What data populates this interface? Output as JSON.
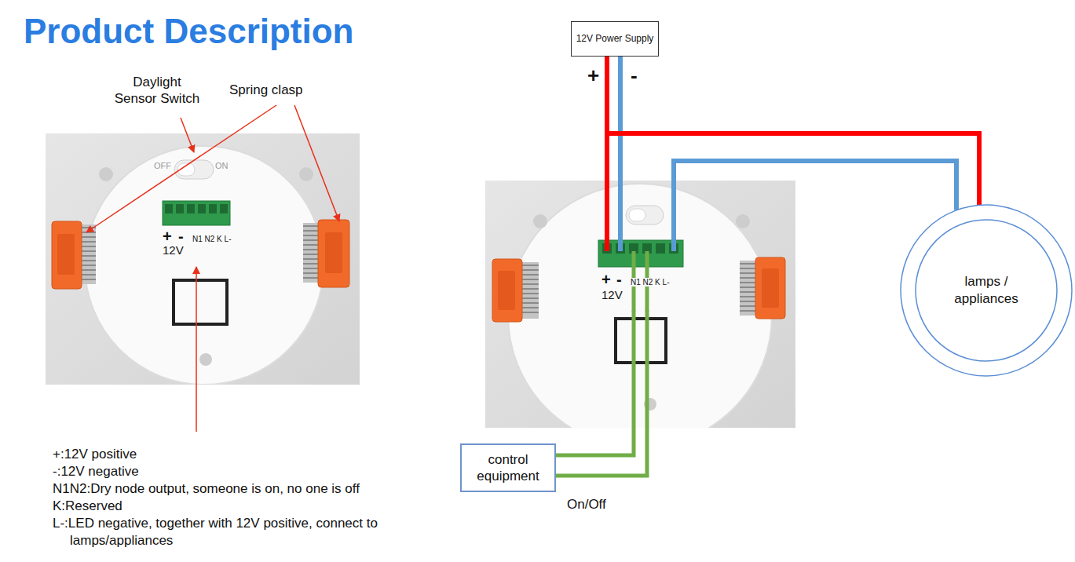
{
  "diagram": {
    "title": "Product Description",
    "nodes": [
      {
        "text": [
          "OFF",
          "ON",
          "+",
          "-",
          "N1 N2 K L-",
          "12V"
        ]
      },
      {
        "text": [
          "12V Power Supply"
        ]
      },
      {
        "text": [
          "+",
          "-",
          "N1 N2 K L-",
          "12V"
        ]
      },
      {
        "text": [
          "lamps / appliances"
        ]
      },
      {
        "text": [
          "control equipment"
        ]
      }
    ],
    "edges": [
      {
        "from": 1,
        "to": 2,
        "arrow": "none"
      },
      {
        "from": 1,
        "to": 2,
        "arrow": "none"
      },
      {
        "from": 1,
        "to": 3,
        "arrow": "none"
      },
      {
        "from": 2,
        "to": 3,
        "arrow": "none"
      },
      {
        "from": 4,
        "to": 2,
        "arrow": "none"
      },
      {
        "from": 4,
        "to": 2,
        "arrow": "none"
      }
    ],
    "labels": [
      "Daylight Sensor Switch",
      "Spring clasp",
      "+:12V positive",
      "-:12V negative",
      "N1N2:Dry node output, someone is on, no one is off",
      "K:Reserved",
      "L-:LED negative, together with 12V positive, connect to lamps/appliances",
      "+",
      "-",
      "On/Off"
    ]
  }
}
